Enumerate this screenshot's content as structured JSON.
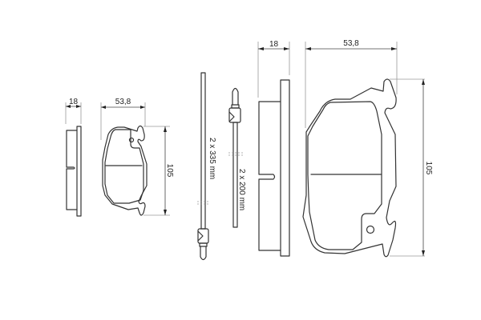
{
  "drawing": {
    "type": "brake pad set technical drawing",
    "line_color": "#333333",
    "dimension_color": "#9a9a9a",
    "background": "#ffffff"
  },
  "small_pad": {
    "thickness_label": "18",
    "width_label": "53,8",
    "height_label": "105"
  },
  "wear_sensors": {
    "long_sensor_label": "2 x 335 mm",
    "short_sensor_label": "2 x 200 mm"
  },
  "large_pad": {
    "thickness_label": "18",
    "width_label": "53,8",
    "height_label": "105"
  }
}
